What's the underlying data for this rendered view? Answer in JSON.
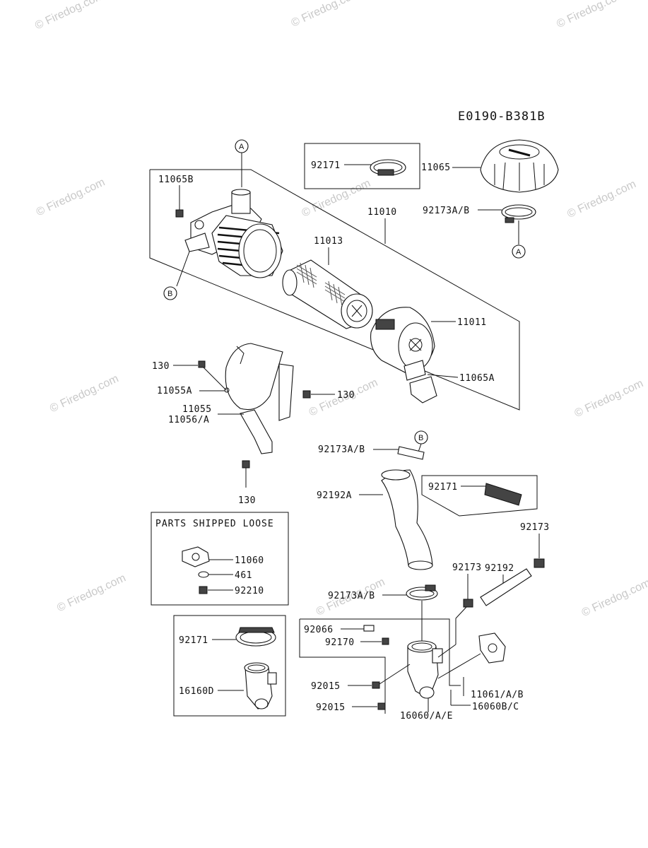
{
  "diagram_code": "E0190-B381B",
  "watermark": "© Firedog.com",
  "box_title": "PARTS SHIPPED LOOSE",
  "callouts": {
    "a": "A",
    "b": "B"
  },
  "labels": {
    "p92171_top": "92171",
    "p11065": "11065",
    "p11065b": "11065B",
    "p11010": "11010",
    "p92173ab_top": "92173A/B",
    "p11013": "11013",
    "p11011": "11011",
    "p11065a": "11065A",
    "p130_a": "130",
    "p11055a": "11055A",
    "p130_b": "130",
    "p11055": "11055",
    "p11056a": "11056/A",
    "p130_c": "130",
    "p92173ab_mid": "92173A/B",
    "p92192a": "92192A",
    "p92171_mid": "92171",
    "p92173_r": "92173",
    "p92192": "92192",
    "p92173_m": "92173",
    "p11060": "11060",
    "p461": "461",
    "p92210": "92210",
    "p92173ab_low": "92173A/B",
    "p92066": "92066",
    "p92170": "92170",
    "p92171_box": "92171",
    "p16160d": "16160D",
    "p92015_a": "92015",
    "p11061": "11061/A/B",
    "p92015_b": "92015",
    "p16060e": "16060/A/E",
    "p16060bc": "16060B/C"
  }
}
